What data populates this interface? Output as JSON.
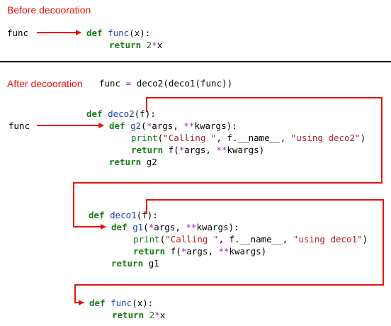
{
  "before": {
    "heading": "Before decooration",
    "label": "func"
  },
  "after": {
    "heading": "After decooration",
    "assign": {
      "lhs": "func",
      "eq": " = ",
      "rhs": "deco2(deco1(func))"
    },
    "label": "func"
  },
  "colors": {
    "heading": "#e8140c",
    "arrow": "#e8140c",
    "keyword": "#1a7a1a",
    "function_name": "#1f3fb3",
    "string": "#b22222",
    "operator": "#a21fd0"
  },
  "blocks": {
    "func_before": {
      "line1": {
        "kw": "def",
        "name": "func",
        "rest": "(x):"
      },
      "line2": {
        "kw": "return",
        "num": "2",
        "op": "*",
        "rest": "x"
      }
    },
    "deco2": {
      "line1": {
        "kw": "def",
        "name": "deco2",
        "rest": "(f):"
      },
      "line2": {
        "kw": "def",
        "name": "g2",
        "p1": "(",
        "op1": "*",
        "args": "args, ",
        "op2": "**",
        "rest": "kwargs):"
      },
      "line3": {
        "fn": "print",
        "p1": "(",
        "s1": "\"Calling \"",
        "mid": ", f.__name__, ",
        "s2": "\"using deco2\"",
        "p2": ")"
      },
      "line4": {
        "kw": "return",
        "a": " f(",
        "op1": "*",
        "b": "args, ",
        "op2": "**",
        "c": "kwargs)"
      },
      "line5": {
        "kw": "return",
        "rest": " g2"
      }
    },
    "deco1": {
      "line1": {
        "kw": "def",
        "name": "deco1",
        "rest": "(f):"
      },
      "line2": {
        "kw": "def",
        "name": "g1",
        "p1": "(",
        "op1": "*",
        "args": "args, ",
        "op2": "**",
        "rest": "kwargs):"
      },
      "line3": {
        "fn": "print",
        "p1": "(",
        "s1": "\"Calling \"",
        "mid": ", f.__name__, ",
        "s2": "\"using deco1\"",
        "p2": ")"
      },
      "line4": {
        "kw": "return",
        "a": " f(",
        "op1": "*",
        "b": "args, ",
        "op2": "**",
        "c": "kwargs)"
      },
      "line5": {
        "kw": "return",
        "rest": " g1"
      }
    },
    "func_after": {
      "line1": {
        "kw": "def",
        "name": "func",
        "rest": "(x):"
      },
      "line2": {
        "kw": "return",
        "num": "2",
        "op": "*",
        "rest": "x"
      }
    }
  }
}
